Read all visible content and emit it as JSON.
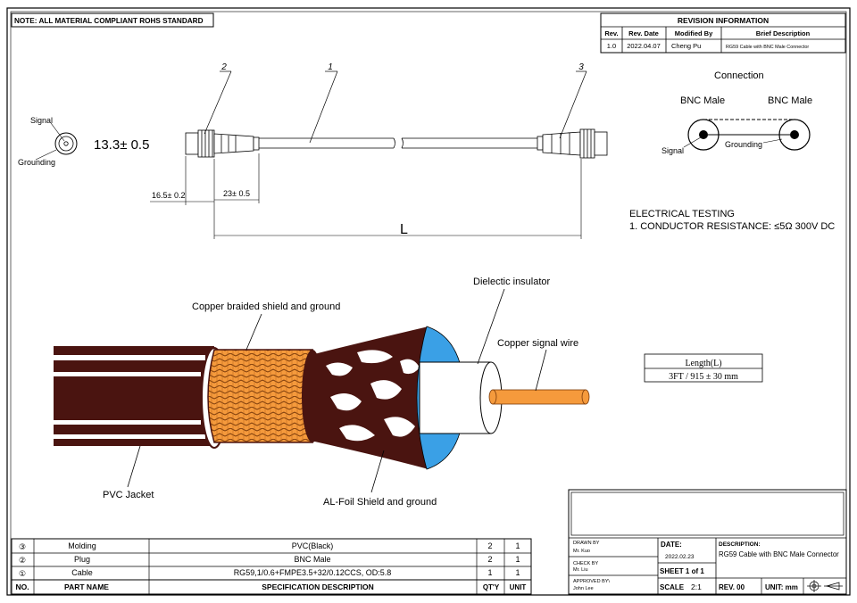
{
  "note": "NOTE: ALL MATERIAL COMPLIANT ROHS STANDARD",
  "revision": {
    "title": "REVISION INFORMATION",
    "headers": [
      "Rev.",
      "Rev. Date",
      "Modified By",
      "Brief Description"
    ],
    "row": [
      "1.0",
      "2022.04.07",
      "Cheng Pu",
      "RG59 Cable with BNC Male Connector"
    ]
  },
  "drawing": {
    "callouts": [
      "1",
      "2",
      "3"
    ],
    "end_labels": {
      "signal": "Signal",
      "grounding": "Grounding"
    },
    "dim_diameter": "13.3± 0.5",
    "dim_plug": "16.5± 0.2",
    "dim_boot": "23± 0.5",
    "dim_length": "L"
  },
  "connection": {
    "title": "Connection",
    "left_label": "BNC Male",
    "right_label": "BNC Male",
    "signal": "Signal",
    "grounding": "Grounding"
  },
  "testing": {
    "title": "ELECTRICAL TESTING",
    "line1": "1. CONDUCTOR RESISTANCE: ≤5Ω 300V DC"
  },
  "cross_section": {
    "copper_braid": "Copper braided shield and ground",
    "dielectric": "Dielectic insulator",
    "copper_wire": "Copper signal wire",
    "pvc_jacket": "PVC Jacket",
    "al_foil": "AL-Foil Shield and ground"
  },
  "length_table": {
    "header": "Length(L)",
    "value": "3FT / 915 ± 30 mm"
  },
  "bom": {
    "headers": [
      "NO.",
      "PART NAME",
      "SPECIFICATION DESCRIPTION",
      "QT'Y",
      "UNIT"
    ],
    "rows": [
      [
        "③",
        "Molding",
        "PVC(Black)",
        "2",
        "1"
      ],
      [
        "②",
        "Plug",
        "BNC Male",
        "2",
        "1"
      ],
      [
        "①",
        "Cable",
        "RG59,1/0.6+FMPE3.5+32/0.12CCS, OD:5.8",
        "1",
        "1"
      ]
    ]
  },
  "title_block": {
    "drawn_by_label": "DRAWN BY",
    "drawn_by": "Mr. Kuo",
    "check_by_label": "CHECK BY",
    "check_by": "Mr. Liu",
    "approved_by_label": "APPROVED BY\\",
    "approved_by": "John Lee",
    "date_label": "DATE:",
    "date": "2022.02.23",
    "sheet": "SHEET 1 of 1",
    "scale_label": "SCALE",
    "scale": "2:1",
    "rev": "REV. 00",
    "unit": "UNIT: mm",
    "description_label": "DESCRIPTION:",
    "description": "RG59 Cable with BNC Male Connector"
  },
  "colors": {
    "copper": "#f59a3c",
    "jacket_dark": "#4a1410",
    "dielectric_blue": "#3aa0e6"
  }
}
